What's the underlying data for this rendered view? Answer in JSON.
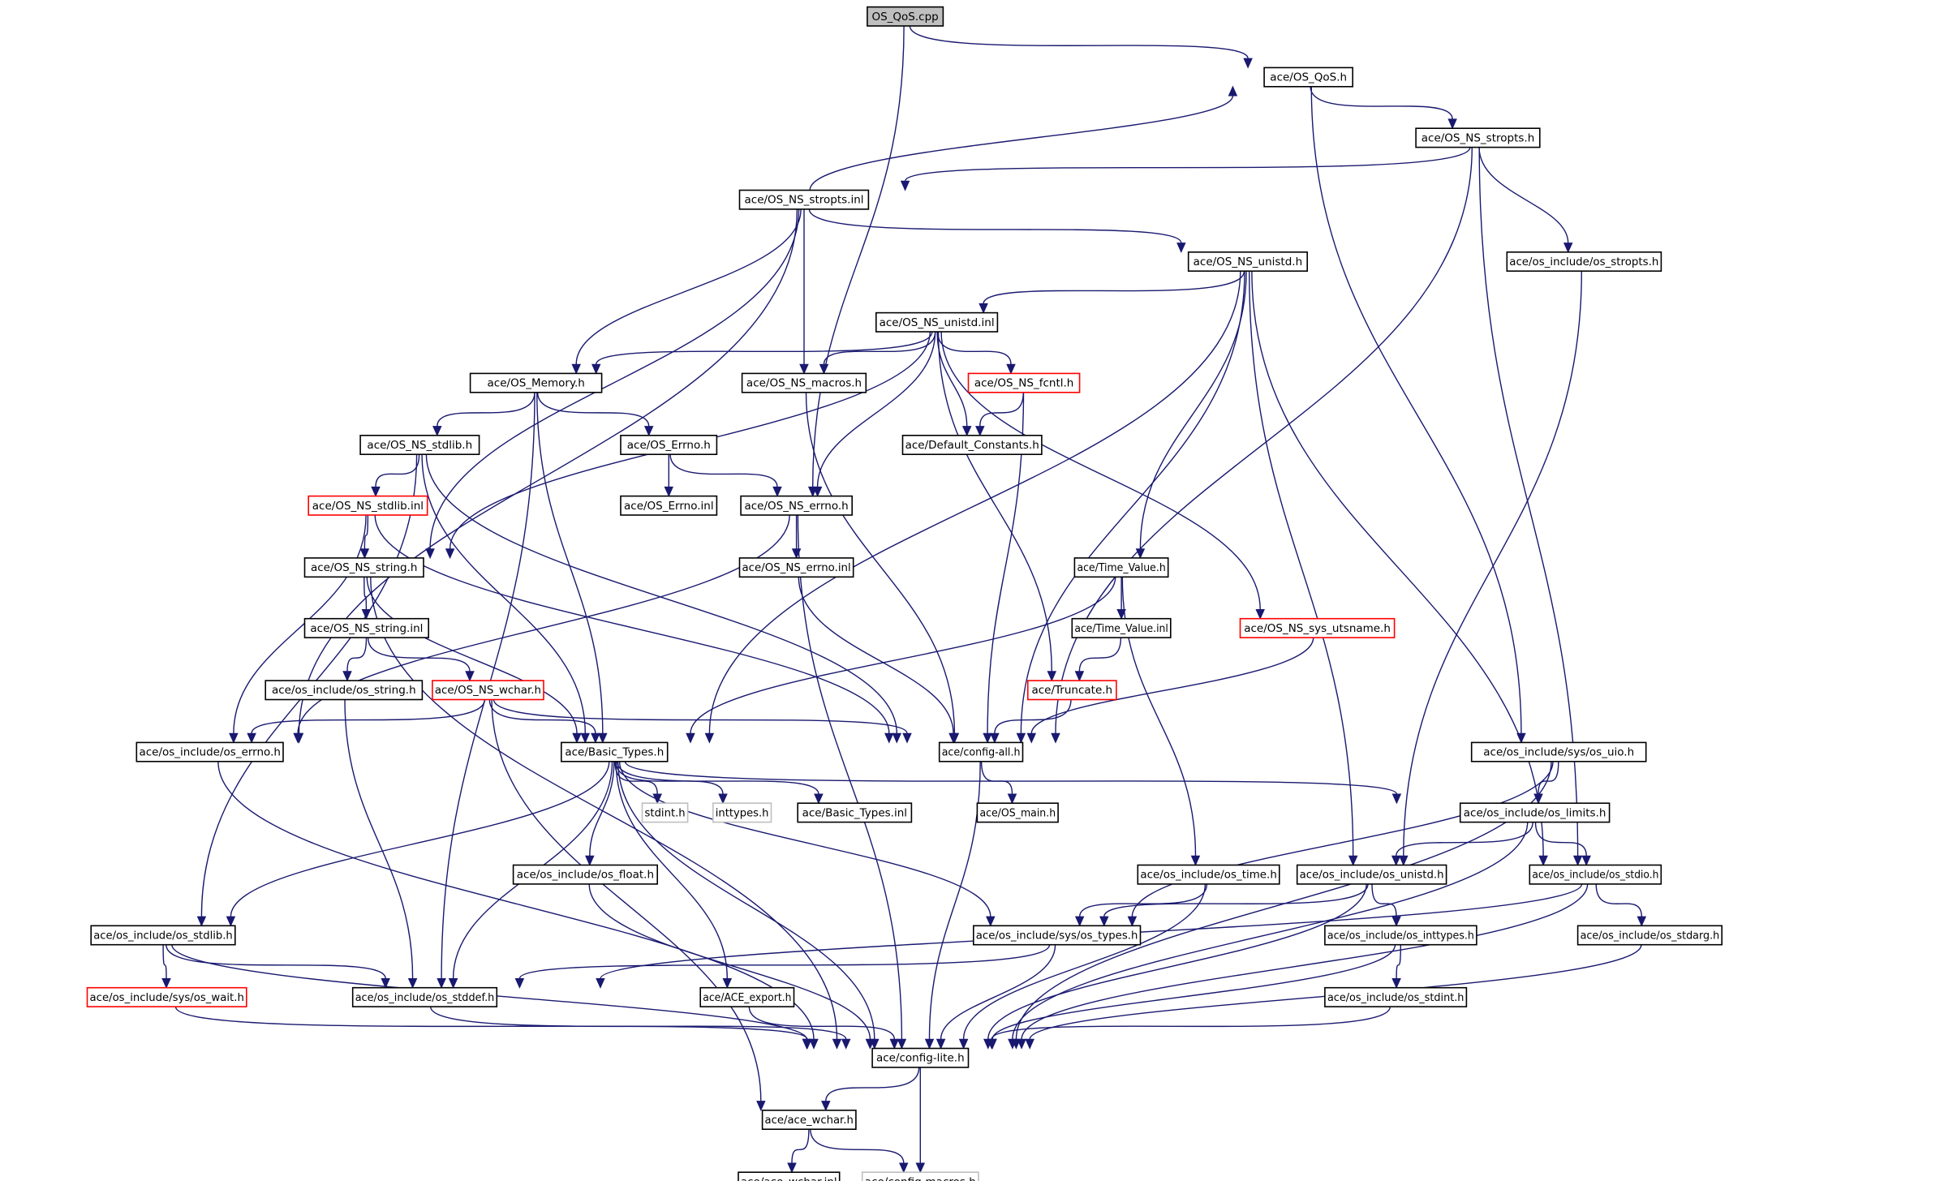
{
  "diagram": {
    "nodes": [
      {
        "id": "os_qos_cpp",
        "label": "OS_QoS.cpp",
        "style": "root"
      },
      {
        "id": "os_qos_h",
        "label": "ace/OS_QoS.h",
        "style": "normal"
      },
      {
        "id": "os_ns_stropts_h",
        "label": "ace/OS_NS_stropts.h",
        "style": "normal"
      },
      {
        "id": "os_ns_stropts_inl",
        "label": "ace/OS_NS_stropts.inl",
        "style": "normal"
      },
      {
        "id": "os_ns_unistd_h",
        "label": "ace/OS_NS_unistd.h",
        "style": "normal"
      },
      {
        "id": "os_include_os_stropts_h",
        "label": "ace/os_include/os_stropts.h",
        "style": "normal"
      },
      {
        "id": "os_ns_unistd_inl",
        "label": "ace/OS_NS_unistd.inl",
        "style": "normal"
      },
      {
        "id": "os_memory_h",
        "label": "ace/OS_Memory.h",
        "style": "normal"
      },
      {
        "id": "os_ns_macros_h",
        "label": "ace/OS_NS_macros.h",
        "style": "normal"
      },
      {
        "id": "os_ns_fcntl_h",
        "label": "ace/OS_NS_fcntl.h",
        "style": "red"
      },
      {
        "id": "os_ns_stdlib_h",
        "label": "ace/OS_NS_stdlib.h",
        "style": "normal"
      },
      {
        "id": "os_errno_h",
        "label": "ace/OS_Errno.h",
        "style": "normal"
      },
      {
        "id": "default_constants_h",
        "label": "ace/Default_Constants.h",
        "style": "normal"
      },
      {
        "id": "os_ns_stdlib_inl",
        "label": "ace/OS_NS_stdlib.inl",
        "style": "red"
      },
      {
        "id": "os_errno_inl",
        "label": "ace/OS_Errno.inl",
        "style": "normal"
      },
      {
        "id": "os_ns_errno_h",
        "label": "ace/OS_NS_errno.h",
        "style": "normal"
      },
      {
        "id": "os_ns_string_h",
        "label": "ace/OS_NS_string.h",
        "style": "normal"
      },
      {
        "id": "os_ns_errno_inl",
        "label": "ace/OS_NS_errno.inl",
        "style": "normal"
      },
      {
        "id": "time_value_h",
        "label": "ace/Time_Value.h",
        "style": "normal"
      },
      {
        "id": "os_ns_string_inl",
        "label": "ace/OS_NS_string.inl",
        "style": "normal"
      },
      {
        "id": "time_value_inl",
        "label": "ace/Time_Value.inl",
        "style": "normal"
      },
      {
        "id": "os_ns_sys_utsname_h",
        "label": "ace/OS_NS_sys_utsname.h",
        "style": "red"
      },
      {
        "id": "os_include_os_string_h",
        "label": "ace/os_include/os_string.h",
        "style": "normal"
      },
      {
        "id": "os_ns_wchar_h",
        "label": "ace/OS_NS_wchar.h",
        "style": "red"
      },
      {
        "id": "truncate_h",
        "label": "ace/Truncate.h",
        "style": "red"
      },
      {
        "id": "os_include_os_errno_h",
        "label": "ace/os_include/os_errno.h",
        "style": "normal"
      },
      {
        "id": "basic_types_h",
        "label": "ace/Basic_Types.h",
        "style": "normal"
      },
      {
        "id": "config_all_h",
        "label": "ace/config-all.h",
        "style": "normal"
      },
      {
        "id": "os_include_sys_os_uio_h",
        "label": "ace/os_include/sys/os_uio.h",
        "style": "normal"
      },
      {
        "id": "stdint_h",
        "label": "stdint.h",
        "style": "gray"
      },
      {
        "id": "inttypes_h",
        "label": "inttypes.h",
        "style": "gray"
      },
      {
        "id": "basic_types_inl",
        "label": "ace/Basic_Types.inl",
        "style": "normal"
      },
      {
        "id": "os_main_h",
        "label": "ace/OS_main.h",
        "style": "normal"
      },
      {
        "id": "os_include_os_limits_h",
        "label": "ace/os_include/os_limits.h",
        "style": "normal"
      },
      {
        "id": "os_include_os_float_h",
        "label": "ace/os_include/os_float.h",
        "style": "normal"
      },
      {
        "id": "os_include_os_time_h",
        "label": "ace/os_include/os_time.h",
        "style": "normal"
      },
      {
        "id": "os_include_os_unistd_h",
        "label": "ace/os_include/os_unistd.h",
        "style": "normal"
      },
      {
        "id": "os_include_os_stdio_h",
        "label": "ace/os_include/os_stdio.h",
        "style": "normal"
      },
      {
        "id": "os_include_os_stdlib_h",
        "label": "ace/os_include/os_stdlib.h",
        "style": "normal"
      },
      {
        "id": "os_include_sys_os_types_h",
        "label": "ace/os_include/sys/os_types.h",
        "style": "normal"
      },
      {
        "id": "os_include_os_inttypes_h",
        "label": "ace/os_include/os_inttypes.h",
        "style": "normal"
      },
      {
        "id": "os_include_os_stdarg_h",
        "label": "ace/os_include/os_stdarg.h",
        "style": "normal"
      },
      {
        "id": "os_include_sys_os_wait_h",
        "label": "ace/os_include/sys/os_wait.h",
        "style": "red"
      },
      {
        "id": "os_include_os_stddef_h",
        "label": "ace/os_include/os_stddef.h",
        "style": "normal"
      },
      {
        "id": "ace_export_h",
        "label": "ace/ACE_export.h",
        "style": "normal"
      },
      {
        "id": "os_include_os_stdint_h",
        "label": "ace/os_include/os_stdint.h",
        "style": "normal"
      },
      {
        "id": "config_lite_h",
        "label": "ace/config-lite.h",
        "style": "normal"
      },
      {
        "id": "ace_wchar_h",
        "label": "ace/ace_wchar.h",
        "style": "normal"
      },
      {
        "id": "ace_wchar_inl",
        "label": "ace/ace_wchar.inl",
        "style": "normal"
      },
      {
        "id": "config_macros_h",
        "label": "ace/config-macros.h",
        "style": "gray"
      }
    ],
    "edges": [
      {
        "from": "os_qos_cpp",
        "to": "os_qos_h"
      },
      {
        "from": "os_qos_cpp",
        "to": "os_ns_errno_h"
      },
      {
        "from": "os_qos_h",
        "to": "os_ns_stropts_h"
      },
      {
        "from": "os_qos_h",
        "to": "os_include_sys_os_uio_h"
      },
      {
        "from": "os_ns_stropts_h",
        "to": "os_ns_stropts_inl"
      },
      {
        "from": "os_ns_stropts_h",
        "to": "os_include_os_stropts_h"
      },
      {
        "from": "os_ns_stropts_h",
        "to": "config_all_h"
      },
      {
        "from": "os_ns_stropts_h",
        "to": "os_include_os_stdio_h"
      },
      {
        "from": "os_ns_stropts_inl",
        "to": "os_qos_h"
      },
      {
        "from": "os_ns_stropts_inl",
        "to": "os_ns_unistd_h"
      },
      {
        "from": "os_ns_stropts_inl",
        "to": "os_memory_h"
      },
      {
        "from": "os_ns_stropts_inl",
        "to": "os_ns_macros_h"
      },
      {
        "from": "os_ns_stropts_inl",
        "to": "os_ns_string_h"
      },
      {
        "from": "os_ns_stropts_inl",
        "to": "os_include_os_errno_h"
      },
      {
        "from": "os_ns_unistd_h",
        "to": "os_ns_unistd_inl"
      },
      {
        "from": "os_ns_unistd_h",
        "to": "time_value_h"
      },
      {
        "from": "os_ns_unistd_h",
        "to": "basic_types_h"
      },
      {
        "from": "os_ns_unistd_h",
        "to": "config_all_h"
      },
      {
        "from": "os_ns_unistd_h",
        "to": "os_include_os_unistd_h"
      },
      {
        "from": "os_ns_unistd_h",
        "to": "os_include_os_stdio_h"
      },
      {
        "from": "os_include_os_stropts_h",
        "to": "os_include_os_unistd_h"
      },
      {
        "from": "os_ns_unistd_inl",
        "to": "os_memory_h"
      },
      {
        "from": "os_ns_unistd_inl",
        "to": "os_ns_macros_h"
      },
      {
        "from": "os_ns_unistd_inl",
        "to": "os_ns_fcntl_h"
      },
      {
        "from": "os_ns_unistd_inl",
        "to": "default_constants_h"
      },
      {
        "from": "os_ns_unistd_inl",
        "to": "os_ns_errno_h"
      },
      {
        "from": "os_ns_unistd_inl",
        "to": "os_ns_string_h"
      },
      {
        "from": "os_ns_unistd_inl",
        "to": "truncate_h"
      },
      {
        "from": "os_ns_unistd_inl",
        "to": "os_ns_sys_utsname_h"
      },
      {
        "from": "os_memory_h",
        "to": "os_ns_stdlib_h"
      },
      {
        "from": "os_memory_h",
        "to": "os_errno_h"
      },
      {
        "from": "os_memory_h",
        "to": "basic_types_h"
      },
      {
        "from": "os_memory_h",
        "to": "os_include_os_stddef_h"
      },
      {
        "from": "os_ns_macros_h",
        "to": "config_all_h"
      },
      {
        "from": "os_ns_fcntl_h",
        "to": "default_constants_h"
      },
      {
        "from": "os_ns_fcntl_h",
        "to": "config_all_h"
      },
      {
        "from": "os_ns_stdlib_h",
        "to": "os_ns_stdlib_inl"
      },
      {
        "from": "os_ns_stdlib_h",
        "to": "basic_types_h"
      },
      {
        "from": "os_ns_stdlib_h",
        "to": "config_all_h"
      },
      {
        "from": "os_ns_stdlib_h",
        "to": "os_include_os_stdlib_h"
      },
      {
        "from": "os_errno_h",
        "to": "os_errno_inl"
      },
      {
        "from": "os_errno_h",
        "to": "os_ns_errno_h"
      },
      {
        "from": "os_ns_stdlib_inl",
        "to": "os_ns_string_h"
      },
      {
        "from": "os_ns_stdlib_inl",
        "to": "os_include_os_errno_h"
      },
      {
        "from": "os_ns_stdlib_inl",
        "to": "config_all_h"
      },
      {
        "from": "os_ns_errno_h",
        "to": "os_ns_errno_inl"
      },
      {
        "from": "os_ns_errno_h",
        "to": "os_include_os_errno_h"
      },
      {
        "from": "os_ns_errno_h",
        "to": "config_lite_h"
      },
      {
        "from": "os_ns_errno_inl",
        "to": "config_all_h"
      },
      {
        "from": "os_ns_string_h",
        "to": "os_ns_string_inl"
      },
      {
        "from": "os_ns_string_h",
        "to": "basic_types_h"
      },
      {
        "from": "os_ns_string_h",
        "to": "config_lite_h"
      },
      {
        "from": "time_value_h",
        "to": "time_value_inl"
      },
      {
        "from": "time_value_h",
        "to": "basic_types_h"
      },
      {
        "from": "time_value_h",
        "to": "os_include_os_time_h"
      },
      {
        "from": "os_ns_string_inl",
        "to": "os_include_os_string_h"
      },
      {
        "from": "os_ns_string_inl",
        "to": "os_ns_wchar_h"
      },
      {
        "from": "time_value_inl",
        "to": "truncate_h"
      },
      {
        "from": "os_ns_sys_utsname_h",
        "to": "config_all_h"
      },
      {
        "from": "os_include_os_string_h",
        "to": "os_include_os_stddef_h"
      },
      {
        "from": "os_ns_wchar_h",
        "to": "basic_types_h"
      },
      {
        "from": "os_ns_wchar_h",
        "to": "config_all_h"
      },
      {
        "from": "os_ns_wchar_h",
        "to": "os_include_os_errno_h"
      },
      {
        "from": "os_ns_wchar_h",
        "to": "ace_wchar_h"
      },
      {
        "from": "truncate_h",
        "to": "config_all_h"
      },
      {
        "from": "os_include_os_errno_h",
        "to": "config_lite_h"
      },
      {
        "from": "basic_types_h",
        "to": "stdint_h"
      },
      {
        "from": "basic_types_h",
        "to": "inttypes_h"
      },
      {
        "from": "basic_types_h",
        "to": "basic_types_inl"
      },
      {
        "from": "basic_types_h",
        "to": "os_include_os_limits_h"
      },
      {
        "from": "basic_types_h",
        "to": "os_include_os_float_h"
      },
      {
        "from": "basic_types_h",
        "to": "os_include_sys_os_types_h"
      },
      {
        "from": "basic_types_h",
        "to": "os_include_os_stdlib_h"
      },
      {
        "from": "basic_types_h",
        "to": "os_include_os_stddef_h"
      },
      {
        "from": "basic_types_h",
        "to": "ace_export_h"
      },
      {
        "from": "basic_types_h",
        "to": "config_lite_h"
      },
      {
        "from": "config_all_h",
        "to": "os_main_h"
      },
      {
        "from": "config_all_h",
        "to": "config_lite_h"
      },
      {
        "from": "os_include_sys_os_uio_h",
        "to": "os_include_os_limits_h"
      },
      {
        "from": "os_include_sys_os_uio_h",
        "to": "os_include_sys_os_types_h"
      },
      {
        "from": "os_include_sys_os_uio_h",
        "to": "config_lite_h"
      },
      {
        "from": "os_include_os_limits_h",
        "to": "os_include_os_unistd_h"
      },
      {
        "from": "os_include_os_limits_h",
        "to": "os_include_os_stdio_h"
      },
      {
        "from": "os_include_os_limits_h",
        "to": "config_lite_h"
      },
      {
        "from": "os_include_os_float_h",
        "to": "config_lite_h"
      },
      {
        "from": "os_include_os_time_h",
        "to": "os_include_sys_os_types_h"
      },
      {
        "from": "os_include_os_time_h",
        "to": "config_lite_h"
      },
      {
        "from": "os_include_os_unistd_h",
        "to": "os_include_sys_os_types_h"
      },
      {
        "from": "os_include_os_unistd_h",
        "to": "os_include_os_inttypes_h"
      },
      {
        "from": "os_include_os_unistd_h",
        "to": "config_lite_h"
      },
      {
        "from": "os_include_os_stdio_h",
        "to": "os_include_os_stdarg_h"
      },
      {
        "from": "os_include_os_stdio_h",
        "to": "os_include_os_stddef_h"
      },
      {
        "from": "os_include_os_stdio_h",
        "to": "config_lite_h"
      },
      {
        "from": "os_include_os_stdlib_h",
        "to": "os_include_sys_os_wait_h"
      },
      {
        "from": "os_include_os_stdlib_h",
        "to": "os_include_os_stddef_h"
      },
      {
        "from": "os_include_os_stdlib_h",
        "to": "config_lite_h"
      },
      {
        "from": "os_include_sys_os_types_h",
        "to": "os_include_os_stddef_h"
      },
      {
        "from": "os_include_sys_os_types_h",
        "to": "config_lite_h"
      },
      {
        "from": "os_include_os_inttypes_h",
        "to": "os_include_os_stdint_h"
      },
      {
        "from": "os_include_os_inttypes_h",
        "to": "config_lite_h"
      },
      {
        "from": "os_include_os_stdarg_h",
        "to": "config_lite_h"
      },
      {
        "from": "os_include_sys_os_wait_h",
        "to": "config_lite_h"
      },
      {
        "from": "os_include_os_stddef_h",
        "to": "config_lite_h"
      },
      {
        "from": "ace_export_h",
        "to": "config_lite_h"
      },
      {
        "from": "os_include_os_stdint_h",
        "to": "config_lite_h"
      },
      {
        "from": "config_lite_h",
        "to": "ace_wchar_h"
      },
      {
        "from": "config_lite_h",
        "to": "config_macros_h"
      },
      {
        "from": "ace_wchar_h",
        "to": "ace_wchar_inl"
      },
      {
        "from": "ace_wchar_h",
        "to": "config_macros_h"
      }
    ]
  },
  "colors": {
    "edge": "#191970",
    "node_border": "#000000",
    "node_border_red": "#ff0000",
    "node_border_gray": "#bfbfbf",
    "root_fill": "#bfbfbf",
    "background": "#ffffff"
  }
}
